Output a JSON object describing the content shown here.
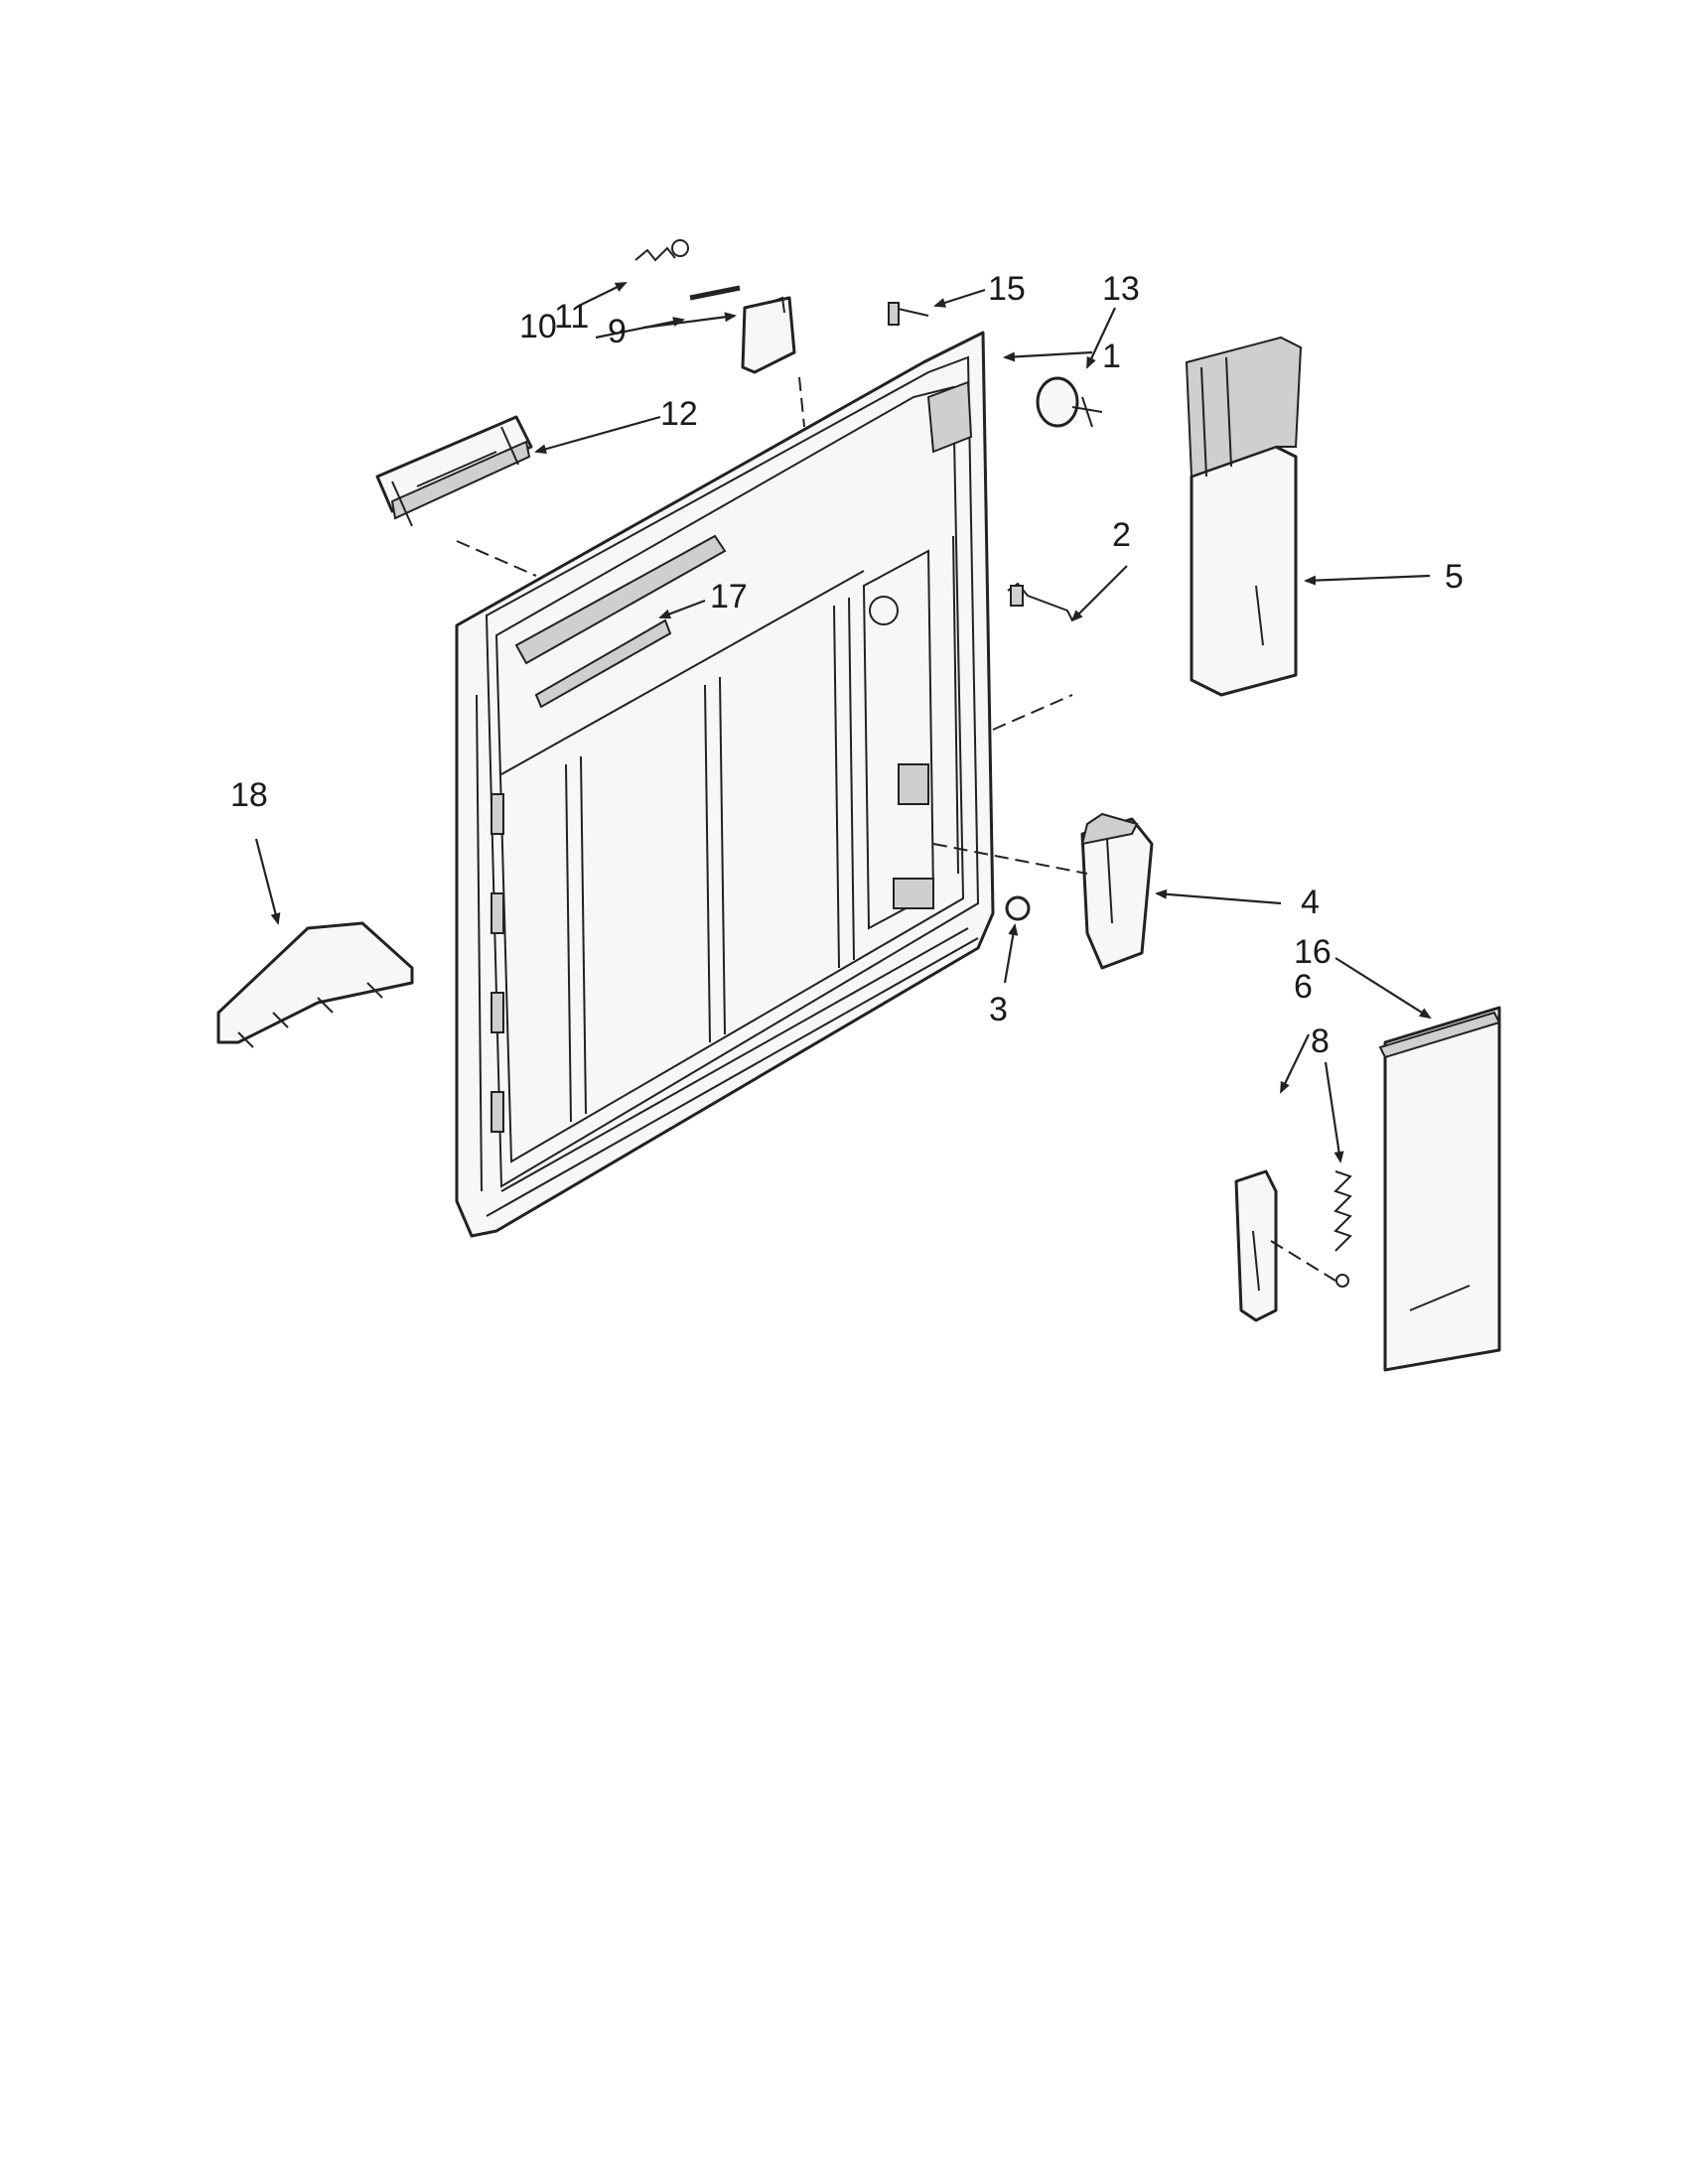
{
  "diagram": {
    "callouts": [
      {
        "id": "c1",
        "label": "1"
      },
      {
        "id": "c2",
        "label": "2"
      },
      {
        "id": "c3",
        "label": "3"
      },
      {
        "id": "c4",
        "label": "4"
      },
      {
        "id": "c5",
        "label": "5"
      },
      {
        "id": "c6",
        "label": "6"
      },
      {
        "id": "c8",
        "label": "8"
      },
      {
        "id": "c9",
        "label": "9"
      },
      {
        "id": "c10",
        "label": "10"
      },
      {
        "id": "c11",
        "label": "11"
      },
      {
        "id": "c12",
        "label": "12"
      },
      {
        "id": "c13",
        "label": "13"
      },
      {
        "id": "c15",
        "label": "15"
      },
      {
        "id": "c16",
        "label": "16"
      },
      {
        "id": "c17",
        "label": "17"
      },
      {
        "id": "c18",
        "label": "18"
      }
    ]
  }
}
